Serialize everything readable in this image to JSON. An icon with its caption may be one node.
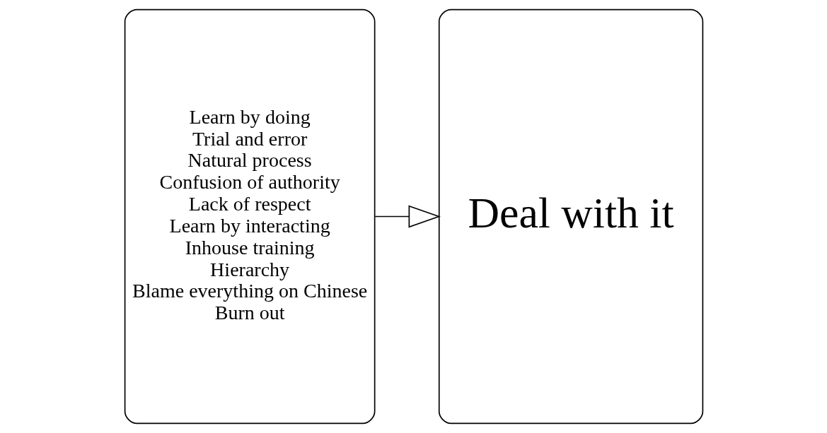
{
  "diagram": {
    "nodes": [
      {
        "text": [
          "Learn by doing",
          "Trial and error",
          "Natural process",
          "Confusion of authority",
          "Lack of respect",
          "Learn by interacting",
          "Inhouse training",
          "Hierarchy",
          "Blame everything on Chinese",
          "Burn out"
        ]
      },
      {
        "text": [
          "Deal with it"
        ]
      }
    ],
    "edges": [
      {
        "from": 0,
        "to": 1,
        "arrow": "to"
      }
    ]
  }
}
